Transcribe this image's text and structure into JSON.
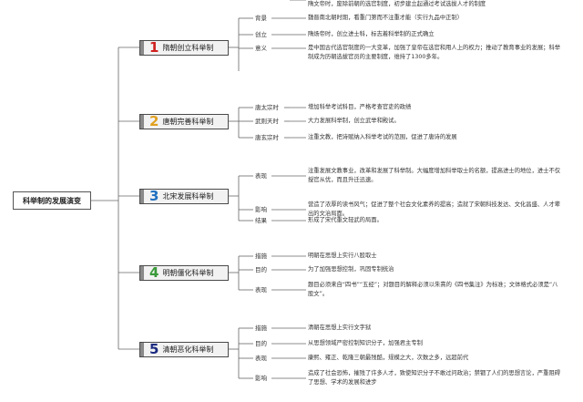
{
  "root": {
    "title": "科举制的发展演变"
  },
  "branches": [
    {
      "num": "1",
      "color": "#d02020",
      "title": "隋朝创立科举制",
      "items": [
        {
          "label": "背景",
          "texts": [
            "魏晋南北朝时期，看重门第而不注重才能（实行九品中正制）",
            "隋文帝时，废除前朝的选官制度，初步建立起通过考试选拔人才的制度"
          ]
        },
        {
          "label": "创立",
          "texts": [
            "隋炀帝时，创立进士科，标志着科举制的正式确立"
          ]
        },
        {
          "label": "意义",
          "texts": [
            "是中国古代选官制度的一大变革，加强了皇帝在选官和用人上的权力；推动了教育事业的发展；科举制成为历朝选拔官员的主要制度，维持了1300多年。"
          ]
        }
      ]
    },
    {
      "num": "2",
      "color": "#e0a020",
      "title": "唐朝完善科举制",
      "items": [
        {
          "label": "唐太宗时",
          "texts": [
            "增加科举考试科目，严格考查官吏的政绩"
          ]
        },
        {
          "label": "武则天时",
          "texts": [
            "大力发展科举制，创立武举和殿试。"
          ]
        },
        {
          "label": "唐玄宗时",
          "texts": [
            "注重文教，把诗赋纳入科举考试的范围，促进了唐诗的发展"
          ]
        }
      ]
    },
    {
      "num": "3",
      "color": "#2070c0",
      "title": "北宋发展科举制",
      "items": [
        {
          "label": "表现",
          "texts": [
            "注重发展文教事业，改革和发展了科举制。大幅度增加科举取士的名额，提高进士的地位，进士不仅授官从优，而且升迁迅速。"
          ]
        },
        {
          "label": "影响",
          "texts": [
            "营造了浓厚的读书风气；促进了整个社会文化素养的提高；造就了宋朝科技发达、文化昌盛、人才辈出的文治局面。"
          ]
        },
        {
          "label": "结果",
          "texts": [
            "形成了宋代重文轻武的局面。"
          ]
        }
      ]
    },
    {
      "num": "4",
      "color": "#3a9a3a",
      "title": "明朝僵化科举制",
      "items": [
        {
          "label": "措施",
          "texts": [
            "明朝在思想上实行八股取士"
          ]
        },
        {
          "label": "目的",
          "texts": [
            "为了加强思想控制，巩固专制统治"
          ]
        },
        {
          "label": "表现",
          "texts": [
            "题目必须来自“四书”“五经”；对题目的解释必须以朱熹的《四书集注》为标准；文体格式必须是“八股文”。"
          ]
        }
      ]
    },
    {
      "num": "5",
      "color": "#1a2a80",
      "title": "清朝恶化科举制",
      "items": [
        {
          "label": "措施",
          "texts": [
            "清朝在思想上实行文字狱"
          ]
        },
        {
          "label": "目的",
          "texts": [
            "从思想领域严密控制知识分子，加强君主专制"
          ]
        },
        {
          "label": "表现",
          "texts": [
            "康熙、雍正、乾隆三朝最残酷，规模之大，次数之多，远超前代"
          ]
        },
        {
          "label": "影响",
          "texts": [
            "造成了社会恐怖，摧残了许多人才，致使知识分子不敢过问政治；禁锢了人们的思想言论，严重阻碍了思想、学术的发展和进步"
          ]
        }
      ]
    }
  ]
}
